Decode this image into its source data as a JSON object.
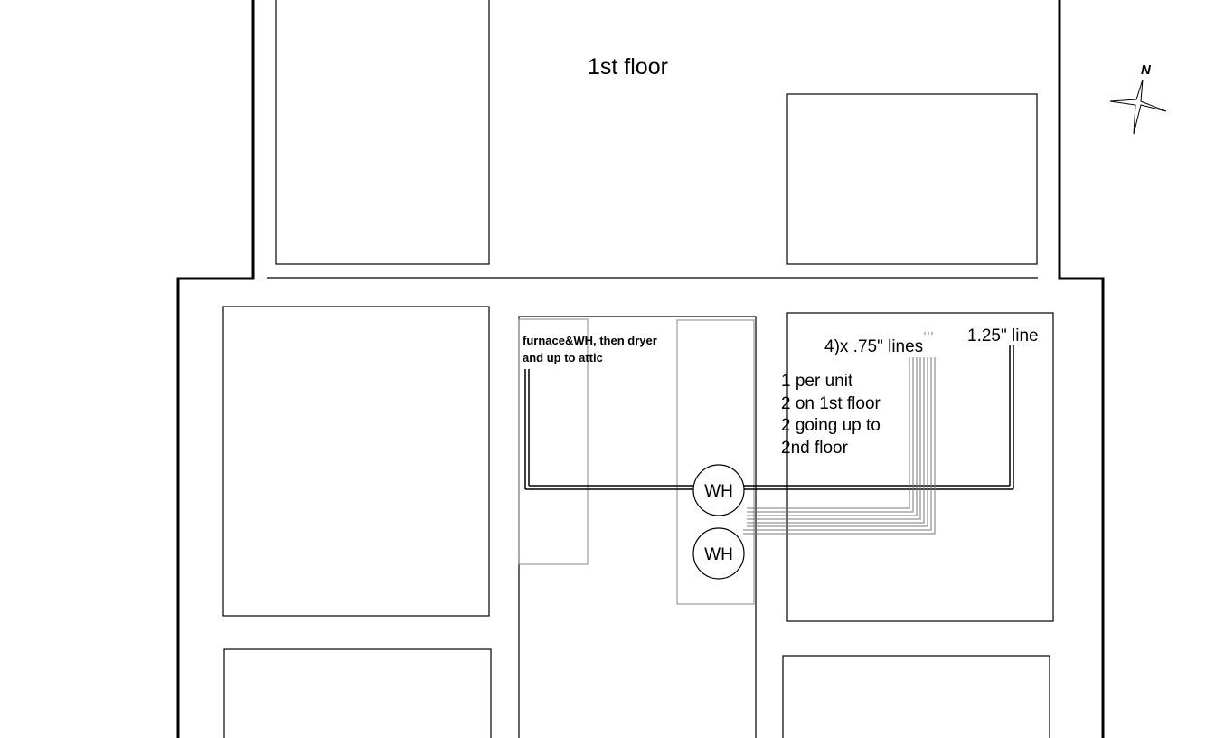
{
  "title": "1st floor",
  "compass": {
    "label": "N"
  },
  "notes": {
    "furnace_line1": "furnace&WH, then dryer",
    "furnace_line2": "and up to attic",
    "lines_075": "4)x .75\" lines",
    "line_125": "1.25\" line",
    "per_unit": [
      "1 per unit",
      "2 on 1st floor",
      "2 going up to",
      "2nd floor"
    ]
  },
  "heaters": [
    {
      "label": "WH"
    },
    {
      "label": "WH"
    }
  ]
}
